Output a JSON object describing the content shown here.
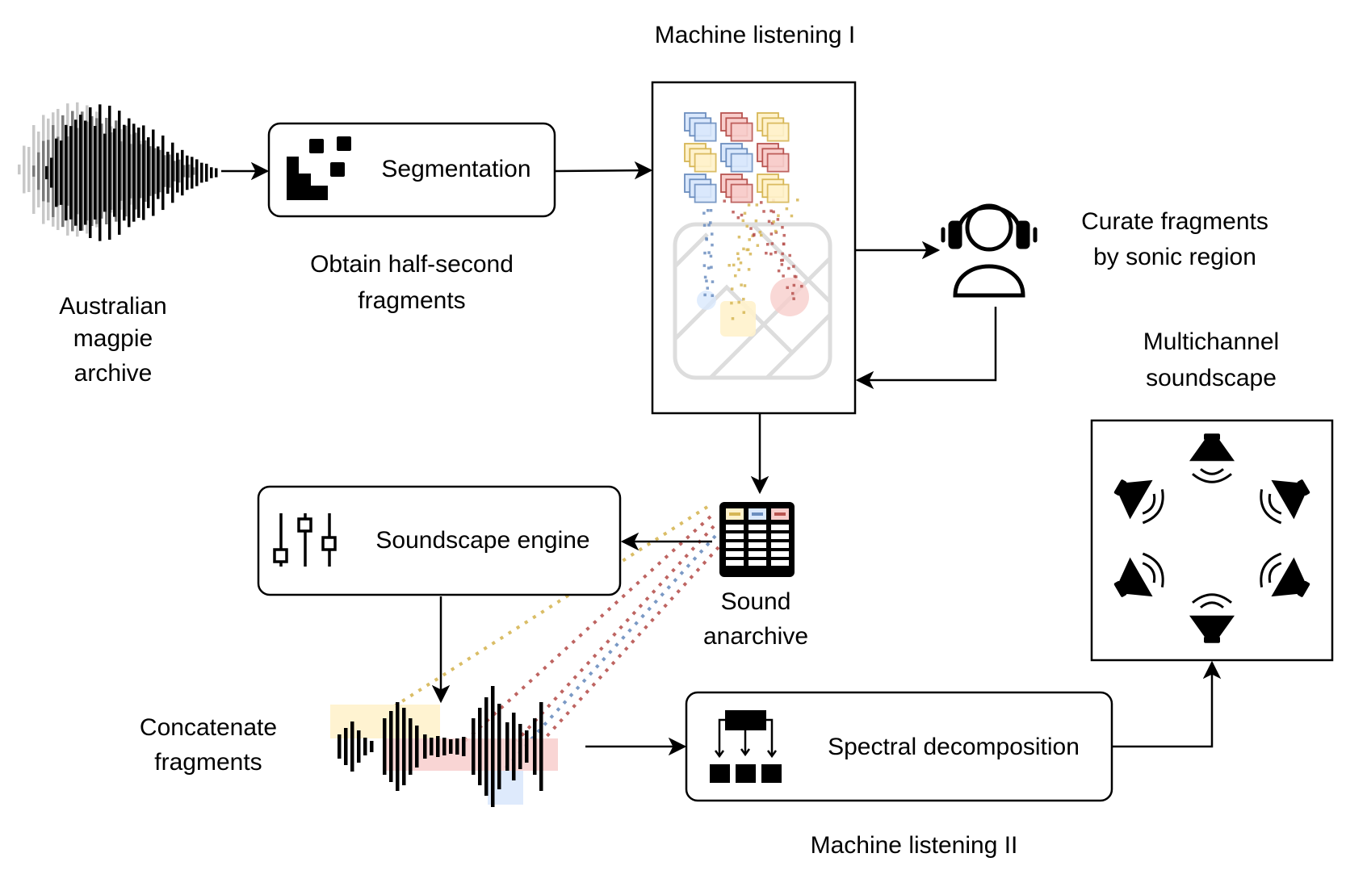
{
  "labels": {
    "machine_listening_1": "Machine listening I",
    "segmentation": "Segmentation",
    "obtain_line1": "Obtain half-second",
    "obtain_line2": "fragments",
    "archive_line1": "Australian",
    "archive_line2": "magpie",
    "archive_line3": "archive",
    "curate_line1": "Curate fragments",
    "curate_line2": "by sonic region",
    "multichannel_line1": "Multichannel",
    "multichannel_line2": "soundscape",
    "soundscape_engine": "Soundscape engine",
    "sound_anarchive_line1": "Sound",
    "sound_anarchive_line2": "anarchive",
    "concatenate_line1": "Concatenate",
    "concatenate_line2": "fragments",
    "spectral_decomposition": "Spectral decomposition",
    "machine_listening_2": "Machine listening II"
  },
  "colors": {
    "blue": "#6c8ebf",
    "blue_fill": "#dae8fc",
    "red": "#b85450",
    "red_fill": "#f8cecc",
    "yellow": "#d6b656",
    "yellow_fill": "#fff2cc",
    "line": "#000000",
    "map_grey": "#dddddd"
  },
  "icons": {
    "archive": "waveform-icon",
    "segmentation": "segmentation-blocks-icon",
    "listener": "headphones-person-icon",
    "anarchive": "database-table-icon",
    "engine": "mixer-sliders-icon",
    "concatenate": "concatenated-waveform-icon",
    "spectral": "hierarchy-decomposition-icon",
    "soundscape": "speaker-ring-icon"
  }
}
